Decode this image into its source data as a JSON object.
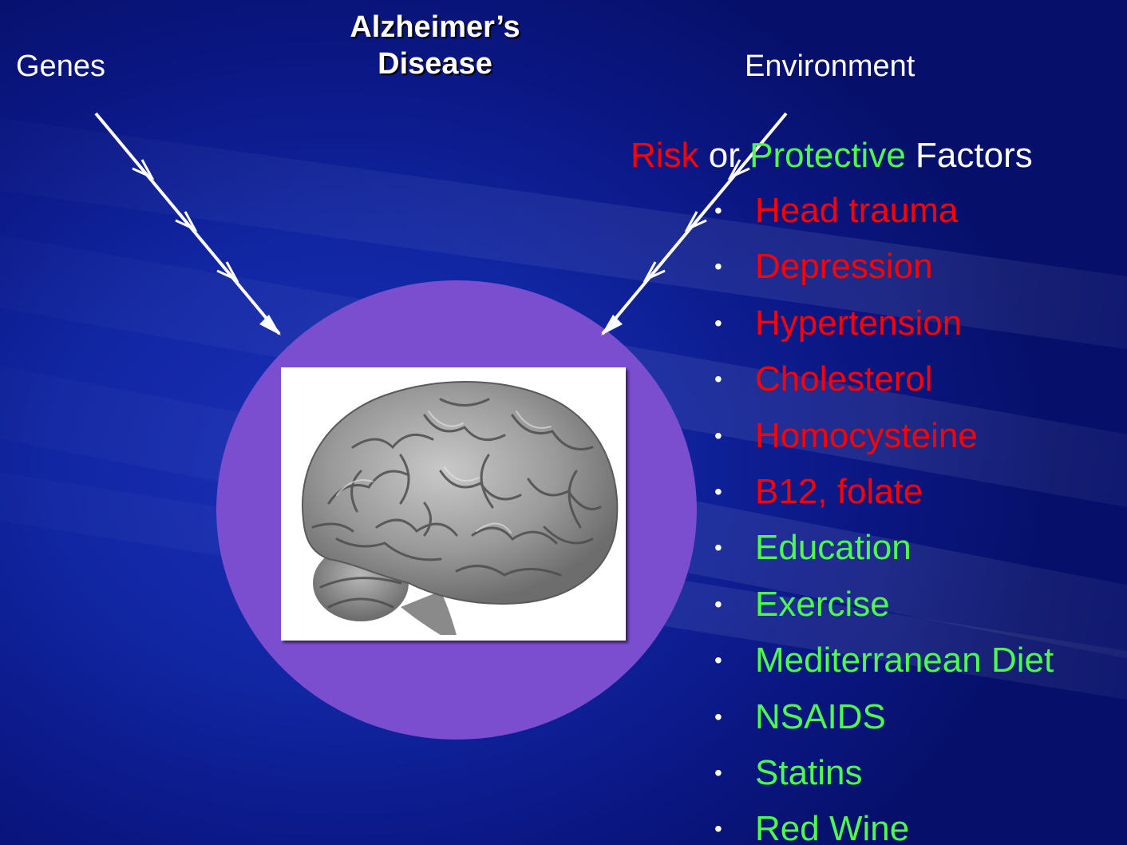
{
  "title": {
    "line1": "Alzheimer’s",
    "line2": "Disease"
  },
  "left_label": "Genes",
  "right_label": "Environment",
  "factors_heading": {
    "risk": "Risk",
    "or": "or",
    "protective": "Protective",
    "factors": "Factors"
  },
  "colors": {
    "background": "#0c1a8a",
    "circle": "#7b4dcf",
    "risk": "#ff0000",
    "protective": "#4dfa4d",
    "label": "#ffffff"
  },
  "bullet_symbol": "•",
  "factors": [
    {
      "label": "Head trauma",
      "kind": "risk"
    },
    {
      "label": "Depression",
      "kind": "risk"
    },
    {
      "label": "Hypertension",
      "kind": "risk"
    },
    {
      "label": "Cholesterol",
      "kind": "risk"
    },
    {
      "label": "Homocysteine",
      "kind": "risk"
    },
    {
      "label": "B12, folate",
      "kind": "risk"
    },
    {
      "label": "Education",
      "kind": "protective"
    },
    {
      "label": "Exercise",
      "kind": "protective"
    },
    {
      "label": "Mediterranean Diet",
      "kind": "protective"
    },
    {
      "label": "NSAIDS",
      "kind": "protective"
    },
    {
      "label": "Statins",
      "kind": "protective"
    },
    {
      "label": "Red Wine",
      "kind": "protective"
    }
  ],
  "brain_icon": "brain-icon",
  "arrow_icon": "arrow-icon"
}
